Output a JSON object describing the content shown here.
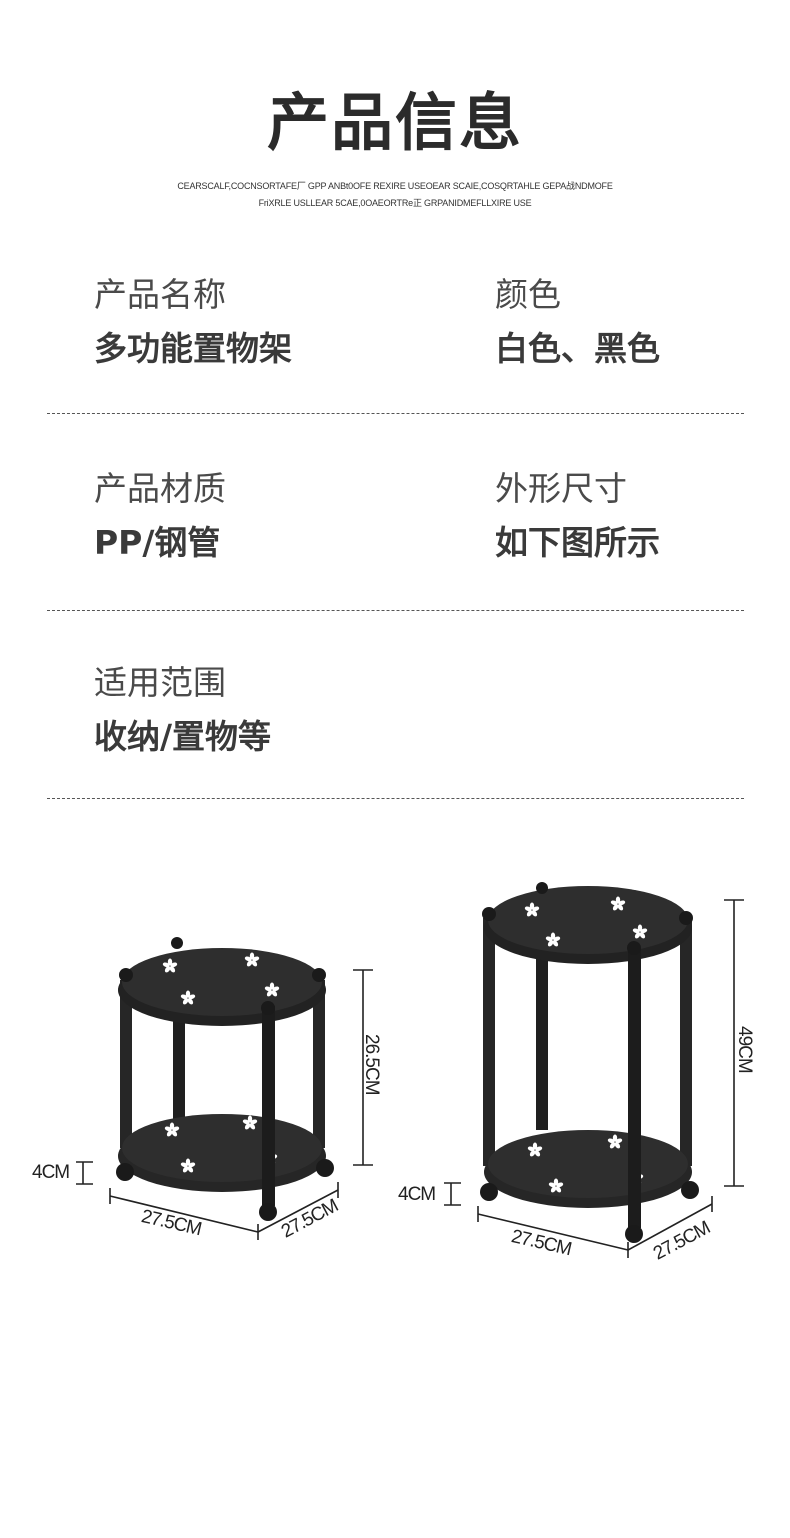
{
  "header": {
    "title": "产品信息",
    "subtitle_line1": "CEARSCALF,COCNSORTAFE厂 GPP ANBt0OFE REXIRE USEOEAR SCAIE,COSQRTAHLE GEPA战NDMOFE",
    "subtitle_line2": "FriXRLE USLLEAR 5CAE,0OAEORTRe正 GRPANIDMEFLLXIRE USE"
  },
  "specs": {
    "name_label": "产品名称",
    "name_value": "多功能置物架",
    "color_label": "颜色",
    "color_value": "白色、黑色",
    "material_label": "产品材质",
    "material_value": "PP/钢管",
    "size_label": "外形尺寸",
    "size_value": "如下图所示",
    "usage_label": "适用范围",
    "usage_value": "收纳/置物等"
  },
  "dimensions": {
    "small": {
      "height": "26.5CM",
      "wheel": "4CM",
      "width": "27.5CM",
      "depth": "27.5CM"
    },
    "large": {
      "height": "49CM",
      "wheel": "4CM",
      "width": "27.5CM",
      "depth": "27.5CM"
    }
  },
  "colors": {
    "product": "#2a2a2a",
    "text": "#333333"
  }
}
